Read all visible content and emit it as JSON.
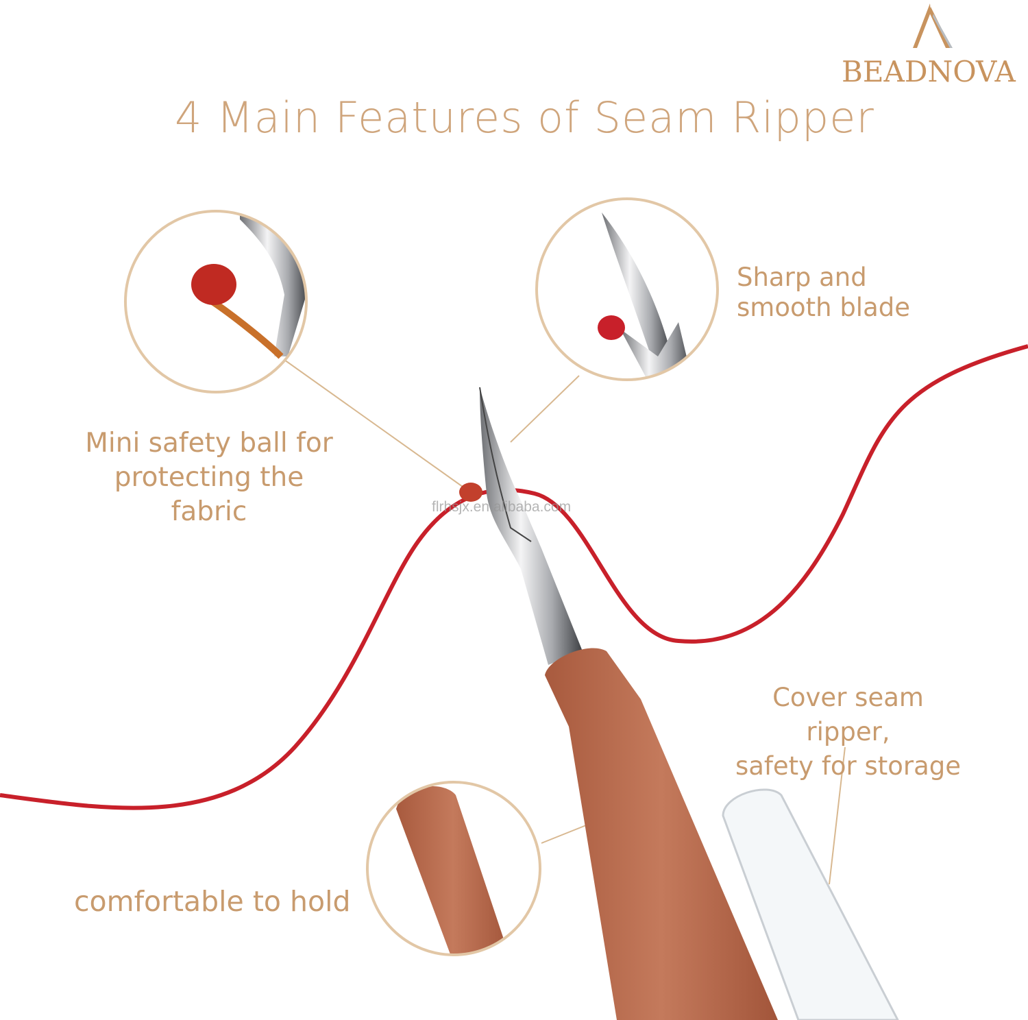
{
  "brand": {
    "logo_text": "BEADNOVA",
    "accent_color": "#c89b6e"
  },
  "title": "4 Main Features of Seam Ripper",
  "features": [
    {
      "label_line1": "Mini safety ball for",
      "label_line2": "protecting the fabric"
    },
    {
      "label_line1": "Sharp and",
      "label_line2": "smooth blade"
    },
    {
      "label_line1": "Cover seam ripper,",
      "label_line2": "safety for storage"
    },
    {
      "label_line1": "comfortable to hold"
    }
  ],
  "watermark": "flrhsjx.en.alibaba.com",
  "colors": {
    "thread": "#c8202a",
    "handle": "#b5674a",
    "circle_border": "#e2c7a6",
    "text": "#c89b6e"
  }
}
